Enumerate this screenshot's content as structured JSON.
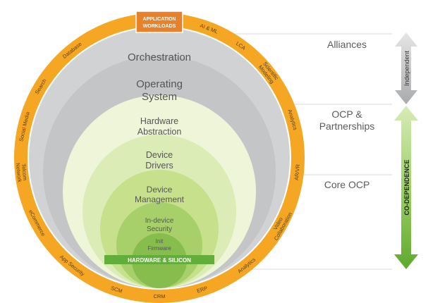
{
  "layers": {
    "orchestration": "Orchestration",
    "operating_system": [
      "Operating",
      "System"
    ],
    "hardware_abstraction": [
      "Hardware",
      "Abstraction"
    ],
    "device_drivers": [
      "Device",
      "Drivers"
    ],
    "device_management": [
      "Device",
      "Management"
    ],
    "in_device_security": [
      "In-device",
      "Security"
    ],
    "init_firmware": [
      "Init",
      "Firmware"
    ]
  },
  "banners": {
    "top": [
      "APPLICATION",
      "WORKLOADS"
    ],
    "bottom": "HARDWARE & SILICON"
  },
  "workloads": [
    {
      "label": "Database"
    },
    {
      "label": "Search"
    },
    {
      "label": "Social Media"
    },
    {
      "label": "Telcom Network",
      "lines": [
        "Telcom",
        "Network"
      ]
    },
    {
      "label": "eCommerce"
    },
    {
      "label": "App Security"
    },
    {
      "label": "SCM"
    },
    {
      "label": "CRM"
    },
    {
      "label": "ERP"
    },
    {
      "label": "Analytics"
    },
    {
      "label": "Video Collaboration",
      "lines": [
        "Video",
        "Collaboration"
      ]
    },
    {
      "label": "AR/VR"
    },
    {
      "label": "Analytics"
    },
    {
      "label": "Scientific Modeling",
      "lines": [
        "Scientific",
        "Modeling"
      ]
    },
    {
      "label": "LCA"
    },
    {
      "label": "AI & ML"
    }
  ],
  "tiers": {
    "alliances": "Alliances",
    "ocp_partnerships": [
      "OCP &",
      "Partnerships"
    ],
    "core_ocp": "Core OCP"
  },
  "arrows": {
    "independent": "Independent",
    "codependence": "CO-DEPENDENCE"
  },
  "colors": {
    "ring_orange": "#f5a623",
    "banner_orange": "#e8822a",
    "gray_outer": "#d1d2d3",
    "gray_mid": "#c4c5c7",
    "green_1": "#eef5d8",
    "green_2": "#dcecb6",
    "green_3": "#c6e08c",
    "green_4": "#a8d06a",
    "green_5": "#86bd4c",
    "hw_green": "#63ad3a",
    "arrow_gray": "#b5b6b8",
    "arrow_green": "#7cc043"
  }
}
